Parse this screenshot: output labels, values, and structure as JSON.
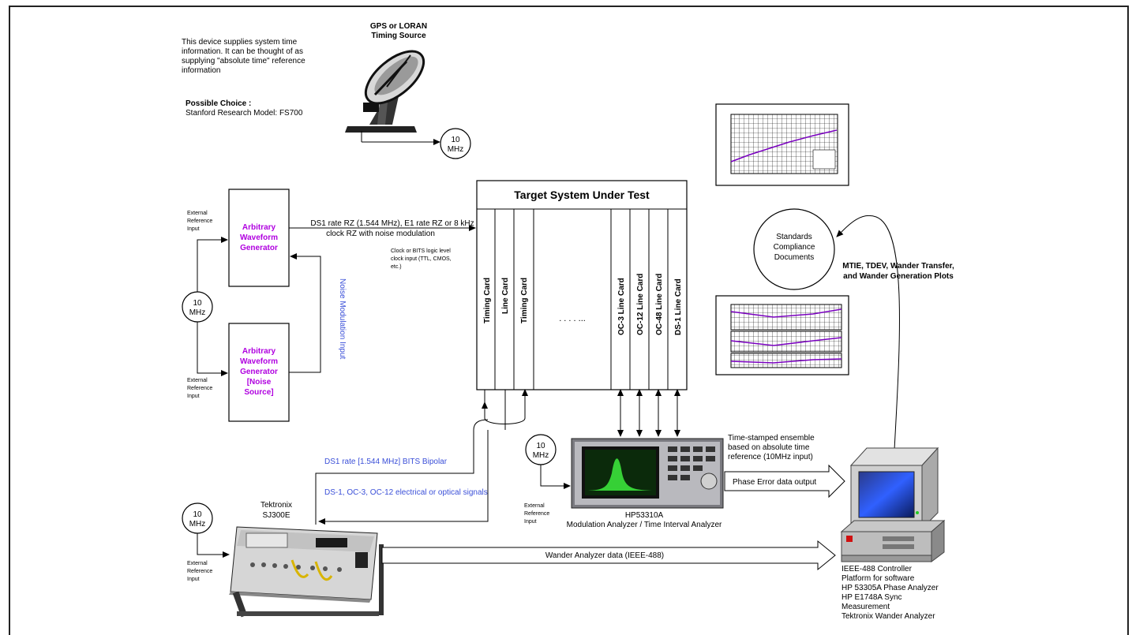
{
  "gps": {
    "title_line1": "GPS or LORAN",
    "title_line2": "Timing Source",
    "desc": [
      "This device supplies system time",
      "information. It can be thought of as",
      "supplying \"absolute time\" reference",
      "information"
    ],
    "choice_heading": "Possible Choice :",
    "choice_model": "Stanford Research Model: FS700",
    "ref_line1": "10",
    "ref_line2": "MHz"
  },
  "target_system": {
    "title": "Target System Under Test",
    "cards": [
      "Timing Card",
      "Line Card",
      "Timing Card",
      "OC-3 Line Card",
      "OC-12 Line Card",
      "OC-48 Line Card",
      "DS-1 Line Card"
    ],
    "ellipsis": ". . . . ..."
  },
  "awg": {
    "label": [
      "Arbitrary",
      "Waveform",
      "Generator"
    ],
    "ext_ref": [
      "External",
      "Reference",
      "Input"
    ],
    "output_label": [
      "DS1 rate RZ (1.544 MHz), E1 rate RZ or 8 kHz",
      "clock RZ with noise modulation"
    ],
    "clock_note": [
      "Clock or BITS logic level",
      "clock input (TTL, CMOS,",
      "etc.)"
    ]
  },
  "noise_source": {
    "label": [
      "Arbitrary",
      "Waveform",
      "Generator",
      "[Noise",
      "Source]"
    ],
    "ext_ref": [
      "External",
      "Reference",
      "Input"
    ],
    "mod_input": "Noise Modulation Input"
  },
  "ref_10mhz": {
    "line1": "10",
    "line2": "MHz"
  },
  "standards": {
    "label": [
      "Standards",
      "Compliance",
      "Documents"
    ],
    "plots_label": [
      "MTIE, TDEV, Wander Transfer,",
      "and Wander Generation Plots"
    ]
  },
  "hp": {
    "name": "HP53310A",
    "subtitle": "Modulation Analyzer / Time Interval Analyzer",
    "ext_ref": [
      "External",
      "Reference",
      "Input"
    ],
    "ensemble": [
      "Time-stamped ensemble",
      "based on absolute time",
      "reference (10MHz input)"
    ],
    "phase_output": "Phase Error data output"
  },
  "tektronix": {
    "name_line1": "Tektronix",
    "name_line2": "SJ300E",
    "ext_ref": [
      "External",
      "Reference",
      "Input"
    ],
    "bits_label": "DS1 rate [1.544 MHz] BITS Bipolar",
    "signals_label": "DS-1, OC-3, OC-12 electrical or optical signals",
    "wander_data": "Wander Analyzer data (IEEE-488)"
  },
  "controller": {
    "lines": [
      "IEEE-488 Controller",
      "Platform for software",
      "HP 53305A Phase Analyzer",
      "HP E1748A Sync",
      "Measurement",
      "Tektronix Wander Analyzer"
    ]
  },
  "colors": {
    "purple": "#b000e0",
    "blue": "#3a4fd8",
    "line": "#000000"
  }
}
